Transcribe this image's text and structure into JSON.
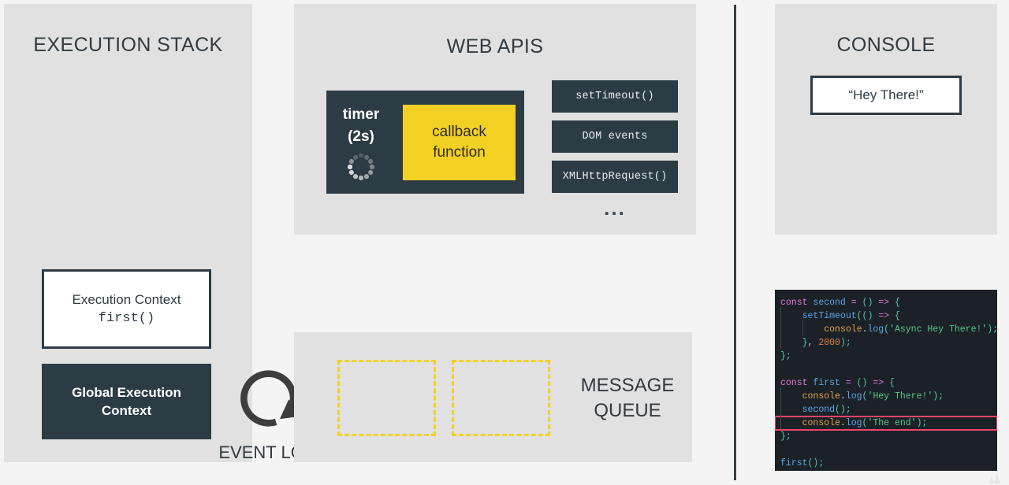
{
  "theme": {
    "page_bg": "#f4f4f4",
    "panel_bg": "#e1e1e1",
    "dark": "#2d3b45",
    "accent_yellow": "#f2d024",
    "highlight_red": "#f2456b",
    "editor_bg": "#1c2128"
  },
  "execution_stack": {
    "title": "EXECUTION STACK",
    "frames": [
      {
        "name": "execution-context-first",
        "line1": "Execution Context",
        "line2": "first()",
        "style": "light"
      },
      {
        "name": "global-execution-context",
        "line1": "Global Execution",
        "line2": "Context",
        "style": "dark"
      }
    ]
  },
  "event_loop": {
    "label": "EVENT LOOP",
    "icon": "circular-arrow-icon"
  },
  "web_apis": {
    "title": "WEB APIS",
    "timer": {
      "label_line1": "timer",
      "label_line2": "(2s)",
      "spinner_icon": "loading-spinner-icon",
      "callback_line1": "callback",
      "callback_line2": "function"
    },
    "api_list": [
      "setTimeout()",
      "DOM events",
      "XMLHttpRequest()"
    ],
    "ellipsis": "..."
  },
  "message_queue": {
    "label_line1": "MESSAGE",
    "label_line2": "QUEUE",
    "slots": [
      "",
      ""
    ]
  },
  "console": {
    "title": "CONSOLE",
    "entries": [
      "“Hey There!”"
    ]
  },
  "code_editor": {
    "highlighted_line_index": 9,
    "lines": [
      {
        "indent": 0,
        "tokens": [
          {
            "t": "const ",
            "c": "kw"
          },
          {
            "t": "second",
            "c": "id"
          },
          {
            "t": " ",
            "c": "pl"
          },
          {
            "t": "=",
            "c": "op"
          },
          {
            "t": " ",
            "c": "pl"
          },
          {
            "t": "()",
            "c": "pn"
          },
          {
            "t": " ",
            "c": "pl"
          },
          {
            "t": "=>",
            "c": "op"
          },
          {
            "t": " ",
            "c": "pl"
          },
          {
            "t": "{",
            "c": "pn"
          }
        ]
      },
      {
        "indent": 1,
        "tokens": [
          {
            "t": "setTimeout",
            "c": "id"
          },
          {
            "t": "((",
            "c": "pn"
          },
          {
            "t": ")",
            "c": "pn"
          },
          {
            "t": " ",
            "c": "pl"
          },
          {
            "t": "=>",
            "c": "op"
          },
          {
            "t": " ",
            "c": "pl"
          },
          {
            "t": "{",
            "c": "pn"
          }
        ]
      },
      {
        "indent": 2,
        "tokens": [
          {
            "t": "console",
            "c": "fn"
          },
          {
            "t": ".",
            "c": "pl"
          },
          {
            "t": "log",
            "c": "prop"
          },
          {
            "t": "(",
            "c": "pn"
          },
          {
            "t": "'Async Hey There!'",
            "c": "str"
          },
          {
            "t": ")",
            "c": "pn"
          },
          {
            "t": ";",
            "c": "pn"
          }
        ]
      },
      {
        "indent": 1,
        "tokens": [
          {
            "t": "}",
            "c": "pn"
          },
          {
            "t": ", ",
            "c": "pl"
          },
          {
            "t": "2000",
            "c": "num"
          },
          {
            "t": ")",
            "c": "pn"
          },
          {
            "t": ";",
            "c": "pn"
          }
        ]
      },
      {
        "indent": 0,
        "tokens": [
          {
            "t": "}",
            "c": "pn"
          },
          {
            "t": ";",
            "c": "pn"
          }
        ]
      },
      {
        "indent": 0,
        "tokens": []
      },
      {
        "indent": 0,
        "tokens": [
          {
            "t": "const ",
            "c": "kw"
          },
          {
            "t": "first",
            "c": "id"
          },
          {
            "t": " ",
            "c": "pl"
          },
          {
            "t": "=",
            "c": "op"
          },
          {
            "t": " ",
            "c": "pl"
          },
          {
            "t": "()",
            "c": "pn"
          },
          {
            "t": " ",
            "c": "pl"
          },
          {
            "t": "=>",
            "c": "op"
          },
          {
            "t": " ",
            "c": "pl"
          },
          {
            "t": "{",
            "c": "pn"
          }
        ]
      },
      {
        "indent": 1,
        "tokens": [
          {
            "t": "console",
            "c": "fn"
          },
          {
            "t": ".",
            "c": "pl"
          },
          {
            "t": "log",
            "c": "prop"
          },
          {
            "t": "(",
            "c": "pn"
          },
          {
            "t": "'Hey There!'",
            "c": "str"
          },
          {
            "t": ")",
            "c": "pn"
          },
          {
            "t": ";",
            "c": "pn"
          }
        ]
      },
      {
        "indent": 1,
        "tokens": [
          {
            "t": "second",
            "c": "id"
          },
          {
            "t": "()",
            "c": "pn"
          },
          {
            "t": ";",
            "c": "pn"
          }
        ]
      },
      {
        "indent": 1,
        "tokens": [
          {
            "t": "console",
            "c": "fn"
          },
          {
            "t": ".",
            "c": "pl"
          },
          {
            "t": "log",
            "c": "prop"
          },
          {
            "t": "(",
            "c": "pn"
          },
          {
            "t": "'The end'",
            "c": "str"
          },
          {
            "t": ")",
            "c": "pn"
          },
          {
            "t": ";",
            "c": "pn"
          }
        ]
      },
      {
        "indent": 0,
        "tokens": [
          {
            "t": "}",
            "c": "pn"
          },
          {
            "t": ";",
            "c": "pn"
          }
        ]
      },
      {
        "indent": 0,
        "tokens": []
      },
      {
        "indent": 0,
        "tokens": [
          {
            "t": "first",
            "c": "id"
          },
          {
            "t": "()",
            "c": "pn"
          },
          {
            "t": ";",
            "c": "pn"
          }
        ]
      }
    ]
  },
  "watermark": {
    "text": ""
  }
}
